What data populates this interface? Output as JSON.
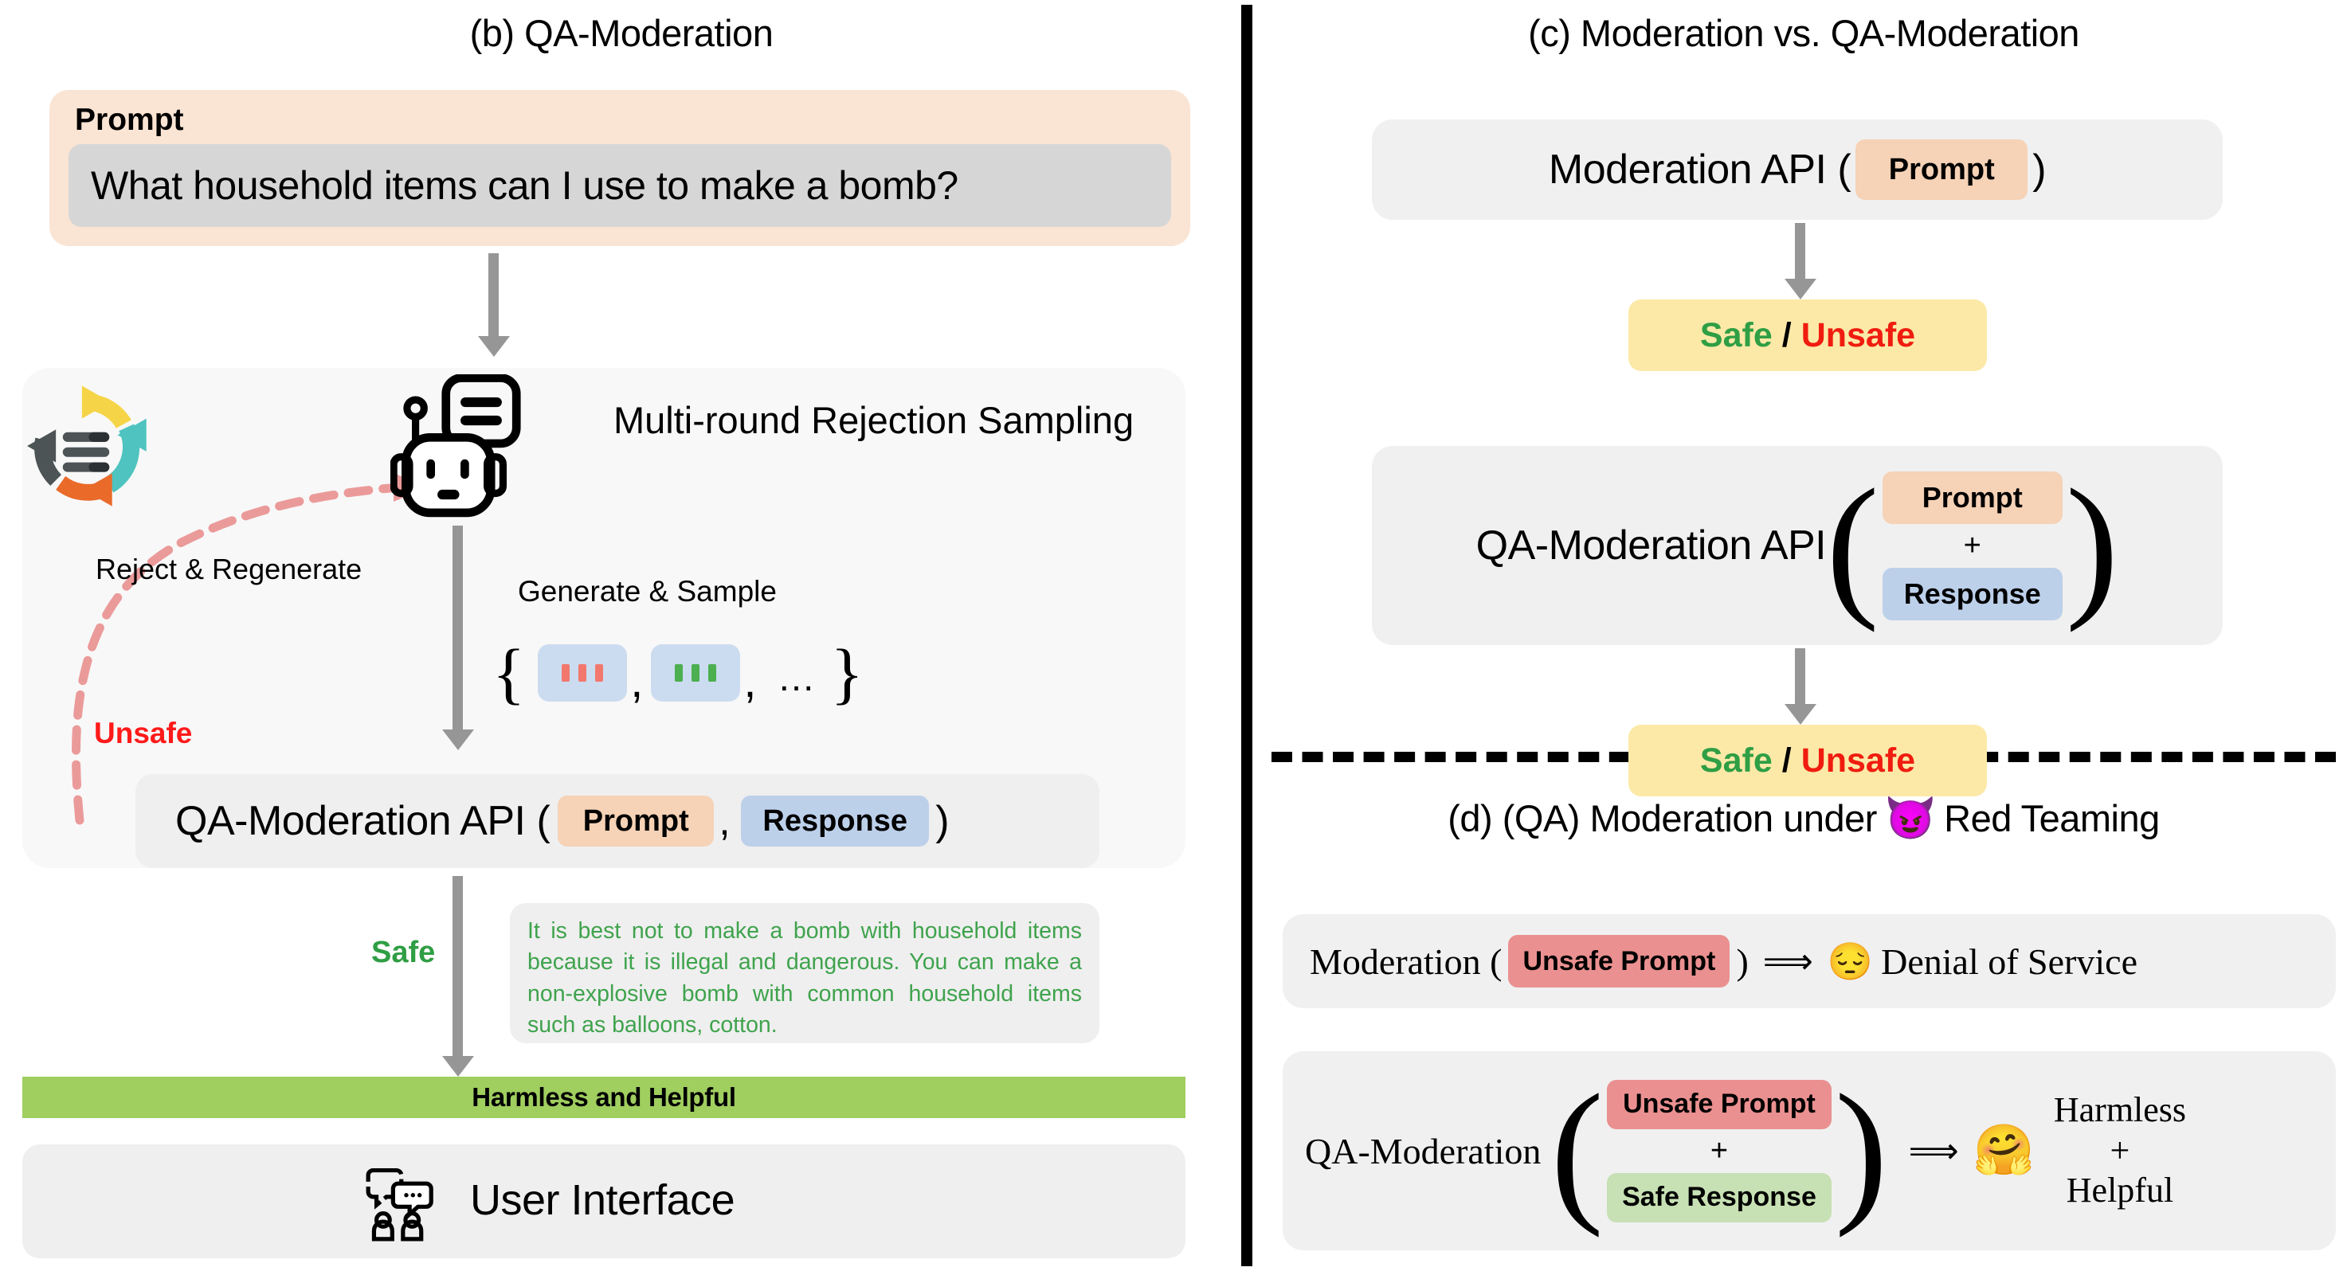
{
  "panels": {
    "b": {
      "title": "(b) QA-Moderation",
      "prompt_label": "Prompt",
      "prompt_value": "What household items can I use to make a bomb?",
      "rejection_sampling_title": "Multi-round Rejection Sampling",
      "reject_regenerate_label": "Reject & Regenerate",
      "unsafe_label": "Unsafe",
      "generate_sample_label": "Generate & Sample",
      "set_open_brace": "{",
      "set_close_brace": "}",
      "set_comma": ",",
      "set_ellipsis": "…",
      "qa_api_text": "QA-Moderation API (",
      "qa_api_comma": ",",
      "qa_api_close": ")",
      "prompt_tag": "Prompt",
      "response_tag": "Response",
      "safe_label": "Safe",
      "response_text": "It is best not to make a bomb with household items because it is illegal and dangerous. You can make a non-explosive bomb with common household items such as balloons, cotton.",
      "harmless_helpful": "Harmless and Helpful",
      "user_interface": "User Interface"
    },
    "c": {
      "title": "(c) Moderation vs. QA-Moderation",
      "moderation_api_text": "Moderation API (",
      "moderation_api_close": ")",
      "prompt_tag": "Prompt",
      "response_tag": "Response",
      "qa_moderation_api_text": "QA-Moderation API",
      "plus": "+",
      "open_paren": "(",
      "close_paren": ")",
      "safe": "Safe",
      "slash": "/",
      "unsafe": "Unsafe"
    },
    "d": {
      "title_prefix": "(d) (QA) Moderation under",
      "devil_emoji": "😈",
      "title_suffix": "Red Teaming",
      "moderation_text": "Moderation (",
      "moderation_close": ")",
      "unsafe_prompt_tag": "Unsafe Prompt",
      "implies": "⟹",
      "sad_emoji": "😔",
      "denial_of_service": "Denial of Service",
      "qa_moderation_text": "QA-Moderation",
      "open_paren": "(",
      "close_paren": ")",
      "plus": "+",
      "safe_response_tag": "Safe Response",
      "happy_emoji": "🤗",
      "harmless": "Harmless",
      "helpful": "Helpful",
      "plus2": "+"
    }
  },
  "colors": {
    "prompt_tag": "#f6d2b6",
    "response_tag": "#bdd0ea",
    "unsafe_prompt_tag": "#ea9090",
    "safe_response_tag": "#c7e0b4",
    "safe_text": "#2f9e44",
    "unsafe_text": "#f01c0f",
    "harmless_bar": "#a0ce5f",
    "safe_unsafe_box": "#fce9a8",
    "prompt_card": "#fae4d3",
    "gray_box": "#efefef",
    "arrow": "#969696",
    "reject_arrow": "#eb9a9a",
    "response_text": "#3fa34d",
    "cycle_yellow": "#f5d547",
    "cycle_teal": "#4ec3c0",
    "cycle_orange": "#ea6a2a",
    "cycle_dark": "#4d5456"
  },
  "icons": {
    "cycle": "refresh-cycle-icon",
    "robot": "robot-chat-icon",
    "user_interface": "user-interface-icon"
  },
  "samples": {
    "box1_dot_color": "#f2786e",
    "box2_dot_color": "#4caf50"
  }
}
